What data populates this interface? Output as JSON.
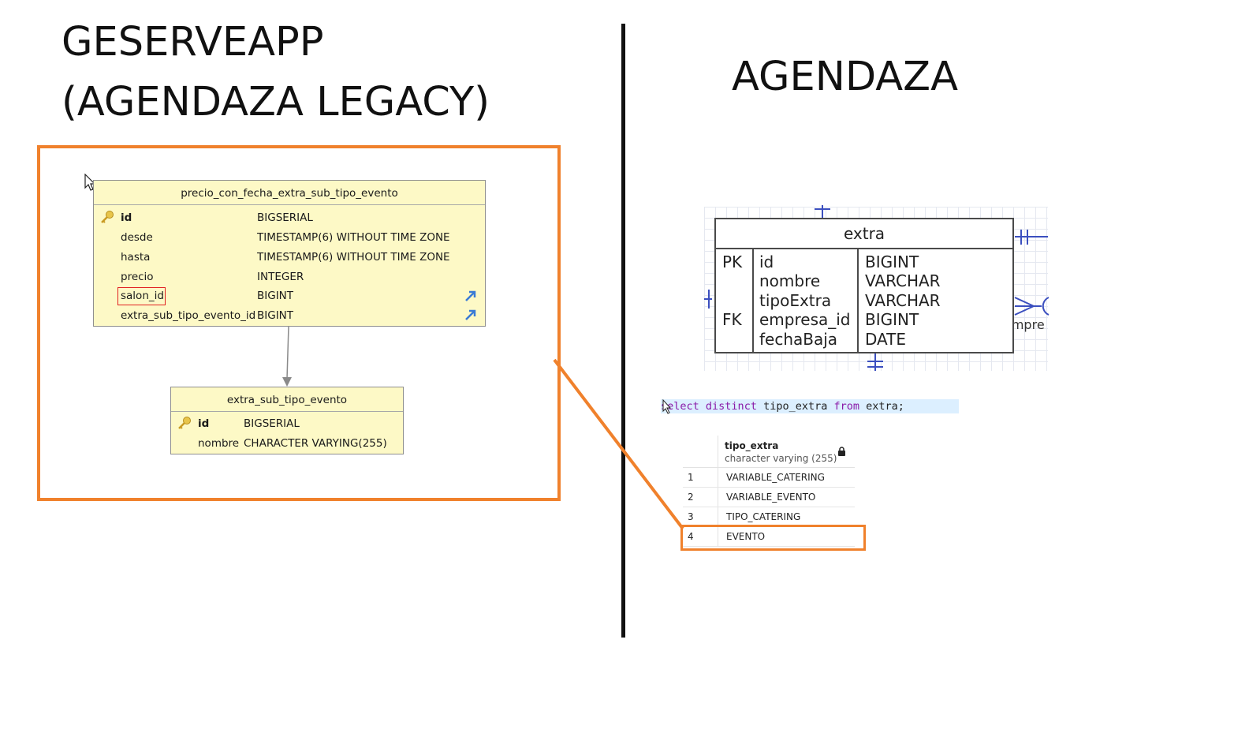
{
  "left_panel": {
    "title_line1": "GESERVEAPP",
    "title_line2": "(AGENDAZA LEGACY)",
    "table1": {
      "name": "precio_con_fecha_extra_sub_tipo_evento",
      "rows": [
        {
          "field": "id",
          "type": "BIGSERIAL"
        },
        {
          "field": "desde",
          "type": "TIMESTAMP(6) WITHOUT TIME ZONE"
        },
        {
          "field": "hasta",
          "type": "TIMESTAMP(6) WITHOUT TIME ZONE"
        },
        {
          "field": "precio",
          "type": "INTEGER"
        },
        {
          "field": "salon_id",
          "type": "BIGINT"
        },
        {
          "field": "extra_sub_tipo_evento_id",
          "type": "BIGINT"
        }
      ]
    },
    "table2": {
      "name": "extra_sub_tipo_evento",
      "rows": [
        {
          "field": "id",
          "type": "BIGSERIAL"
        },
        {
          "field": "nombre",
          "type": "CHARACTER VARYING(255)"
        }
      ]
    }
  },
  "right_panel": {
    "title": "AGENDAZA",
    "extra_table": {
      "name": "extra",
      "keys": [
        "PK",
        "FK"
      ],
      "fields": [
        "id",
        "nombre",
        "tipoExtra",
        "empresa_id",
        "fechaBaja"
      ],
      "types": [
        "BIGINT",
        "VARCHAR",
        "VARCHAR",
        "BIGINT",
        "DATE"
      ],
      "related_label": "empre"
    },
    "sql": {
      "kw1": "select",
      "kw2": "distinct",
      "col": "tipo_extra",
      "kw3": "from",
      "tail": "extra;"
    },
    "result": {
      "col_name": "tipo_extra",
      "col_type": "character varying (255)",
      "rows": [
        {
          "n": "1",
          "v": "VARIABLE_CATERING"
        },
        {
          "n": "2",
          "v": "VARIABLE_EVENTO"
        },
        {
          "n": "3",
          "v": "TIPO_CATERING"
        },
        {
          "n": "4",
          "v": "EVENTO"
        }
      ]
    }
  },
  "colors": {
    "highlight": "#f0812c",
    "table_fill": "#fdf9c6",
    "fk_marker": "#e02020",
    "crowfoot": "#3b4fbf"
  }
}
